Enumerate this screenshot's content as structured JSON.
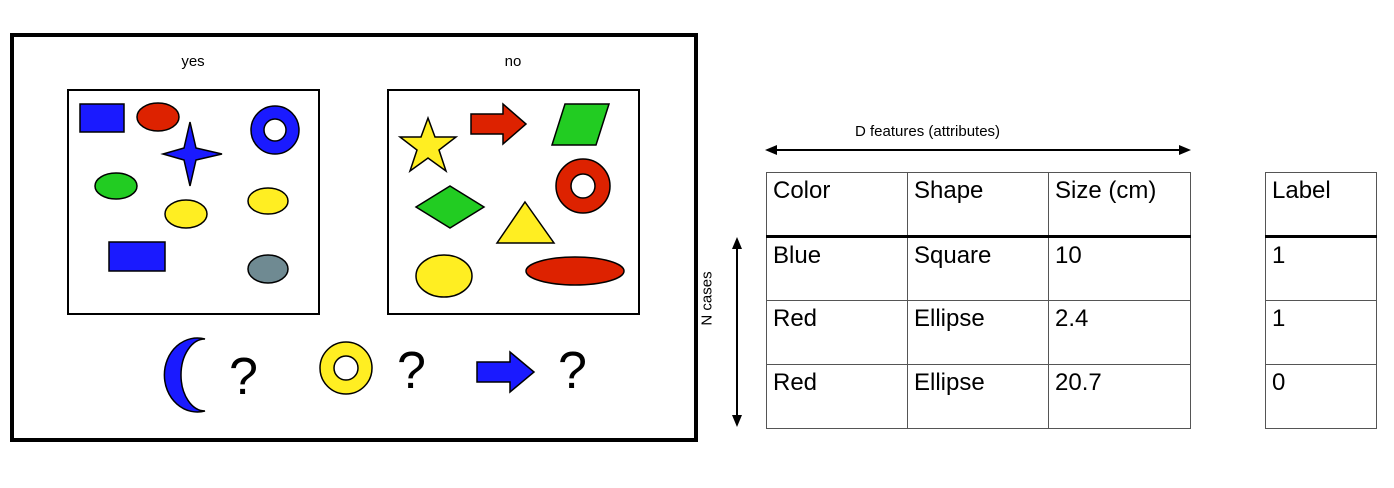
{
  "left_panel": {
    "yes_label": "yes",
    "no_label": "no",
    "query_marks": [
      "?",
      "?",
      "?"
    ]
  },
  "table": {
    "features_label": "D features (attributes)",
    "cases_label": "N cases",
    "headers": [
      "Color",
      "Shape",
      "Size (cm)"
    ],
    "rows": [
      [
        "Blue",
        "Square",
        "10"
      ],
      [
        "Red",
        "Ellipse",
        "2.4"
      ],
      [
        "Red",
        "Ellipse",
        "20.7"
      ]
    ]
  },
  "labels": {
    "header": "Label",
    "values": [
      "1",
      "1",
      "0"
    ]
  },
  "colors": {
    "blue": "#1a1aff",
    "red": "#dd2200",
    "green": "#22cc22",
    "yellow": "#ffee22",
    "gray": "#6f8a92"
  }
}
